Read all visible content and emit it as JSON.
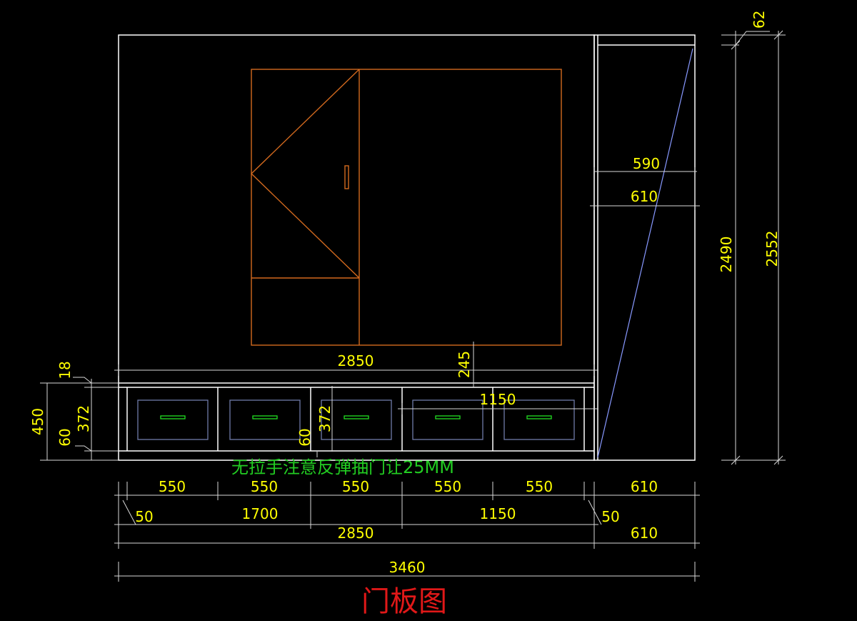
{
  "colors": {
    "background": "#000000",
    "outline": "#ffffff",
    "bed": "#d2691e",
    "dimension_line": "#d8d8d8",
    "dimension_text": "#ffff00",
    "drawer_face": "#6e7aa8",
    "handle": "#22dd22",
    "note": "#22cc22",
    "title": "#e01818",
    "diagonal": "#8899ff"
  },
  "title": "门板图",
  "note": "无拉手注意反弹抽门让25MM",
  "dimensions": {
    "top_62": "62",
    "d_590": "590",
    "d_610_upper": "610",
    "h_2490": "2490",
    "h_2552": "2552",
    "w_2850_mid": "2850",
    "h_245": "245",
    "w_1150_mid": "1150",
    "h_18": "18",
    "h_450": "450",
    "h_372_left": "372",
    "h_60_left": "60",
    "h_372_inner": "372",
    "h_60_inner": "60",
    "row1": [
      "550",
      "550",
      "550",
      "550",
      "550",
      "610"
    ],
    "row2_50_left": "50",
    "row2_1700": "1700",
    "row2_1150": "1150",
    "row2_50_right": "50",
    "row3_2850": "2850",
    "row3_610": "610",
    "total_3460": "3460"
  }
}
